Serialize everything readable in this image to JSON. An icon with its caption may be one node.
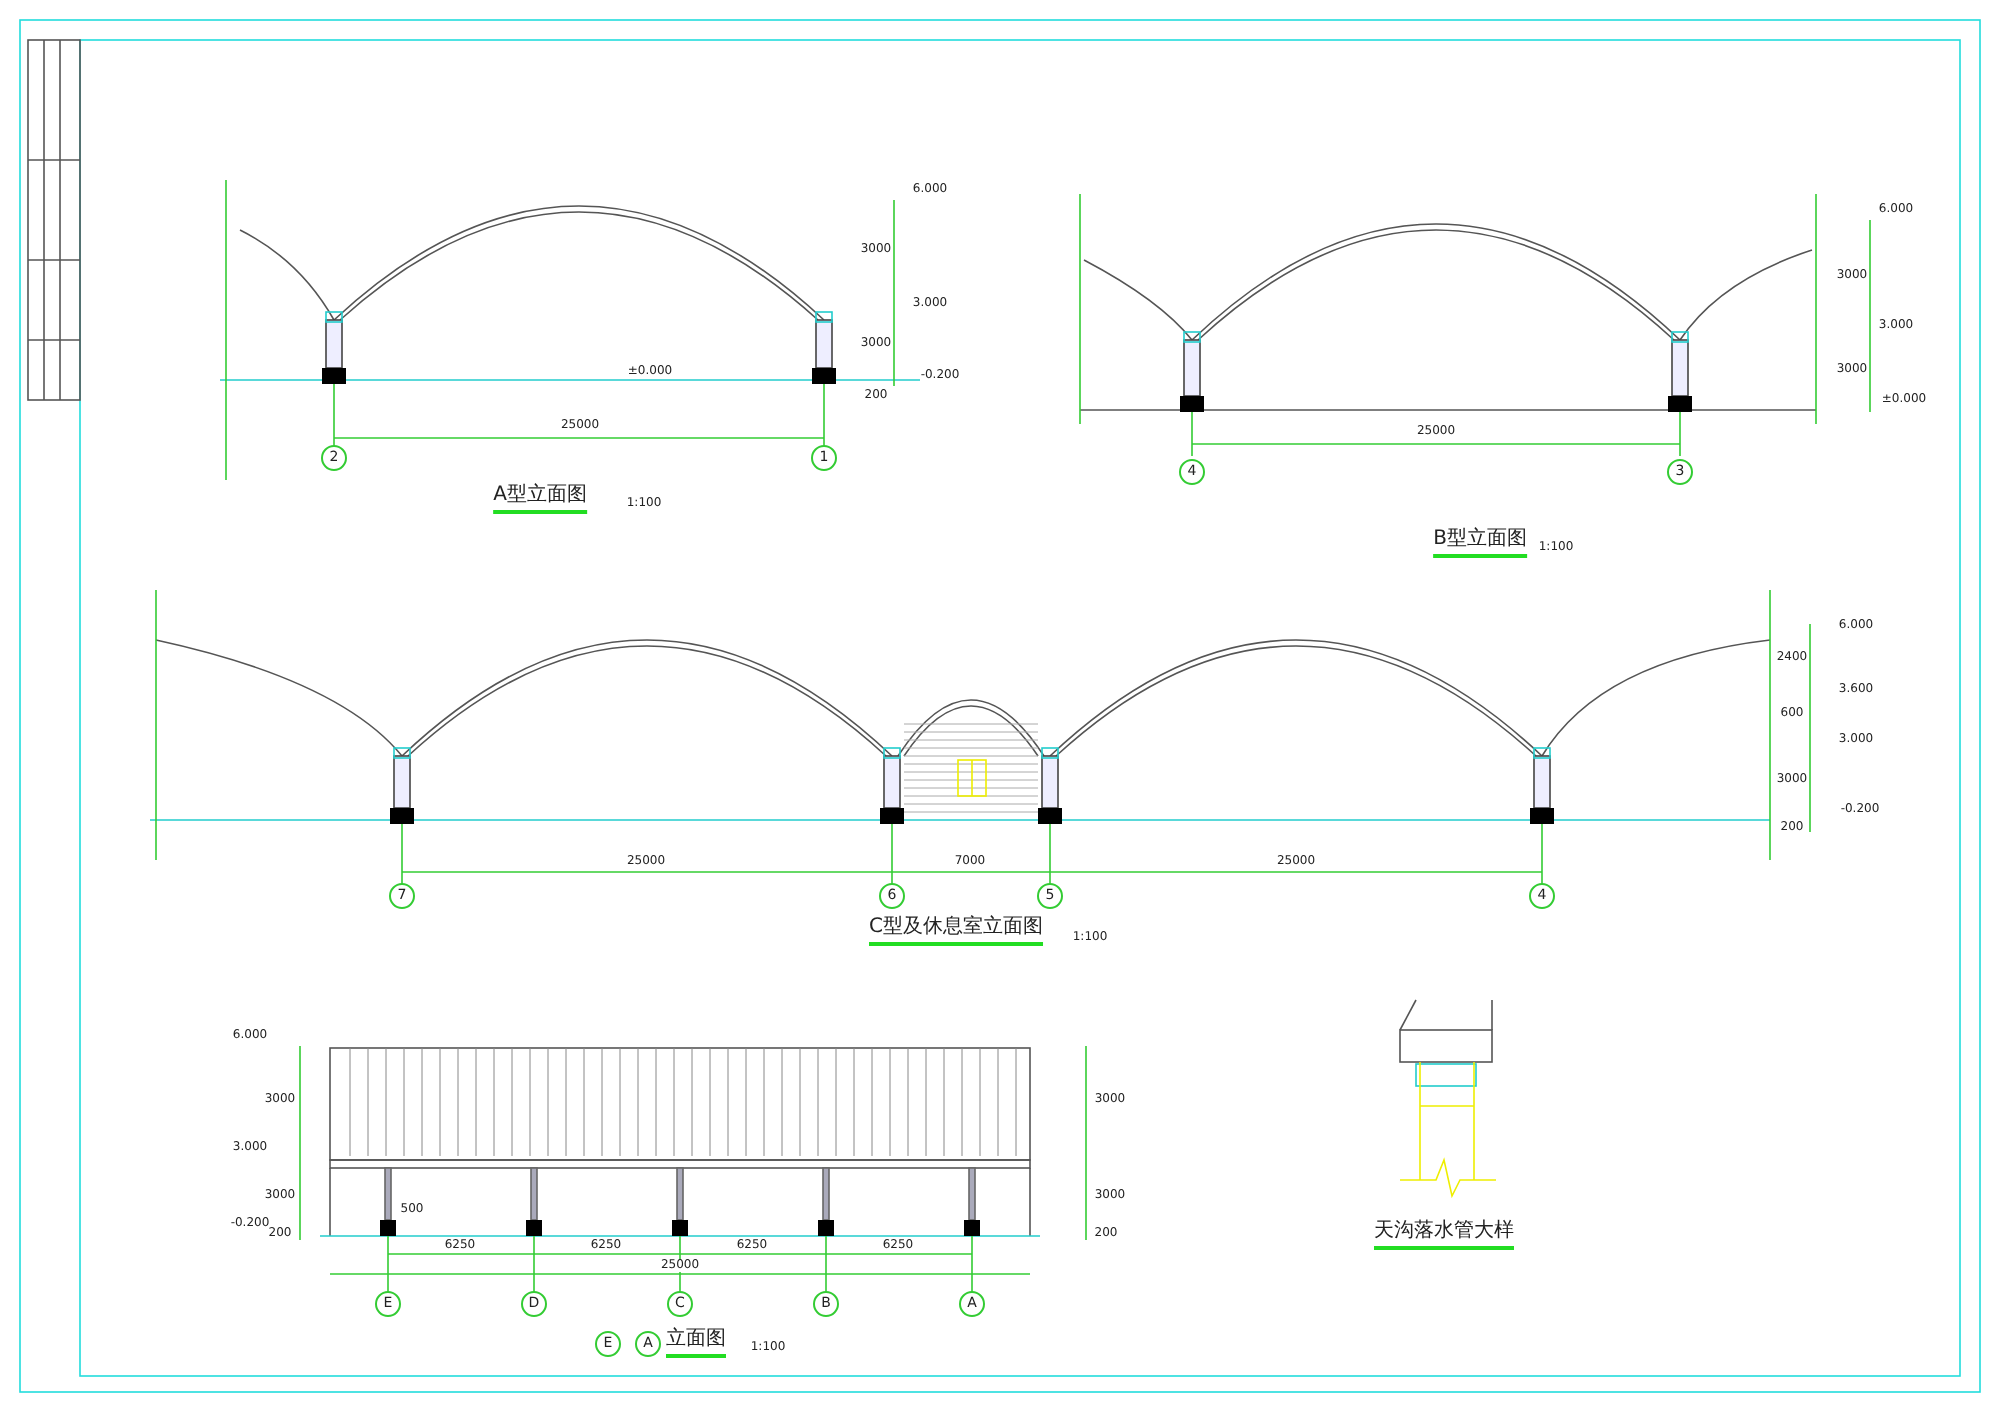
{
  "diagram": {
    "labels": [
      "6.000",
      "3.000",
      "±0.000",
      "-0.200",
      "3000",
      "3000",
      "200",
      "25000",
      "2",
      "1",
      "A型立面图",
      "1:100",
      "6.000",
      "3.000",
      "±0.000",
      "3000",
      "3000",
      "25000",
      "4",
      "3",
      "B型立面图",
      "1:100",
      "6.000",
      "3.600",
      "3.000",
      "-0.200",
      "2400",
      "600",
      "3000",
      "200",
      "25000",
      "7000",
      "25000",
      "7",
      "6",
      "5",
      "4",
      "C型及休息室立面图",
      "1:100",
      "6.000",
      "3.000",
      "-0.200",
      "3000",
      "3000",
      "200",
      "3000",
      "3000",
      "200",
      "500",
      "6250",
      "6250",
      "6250",
      "6250",
      "25000",
      "E",
      "D",
      "C",
      "B",
      "A",
      "E",
      "A",
      "立面图",
      "1:100",
      "天沟落水管大样"
    ]
  }
}
